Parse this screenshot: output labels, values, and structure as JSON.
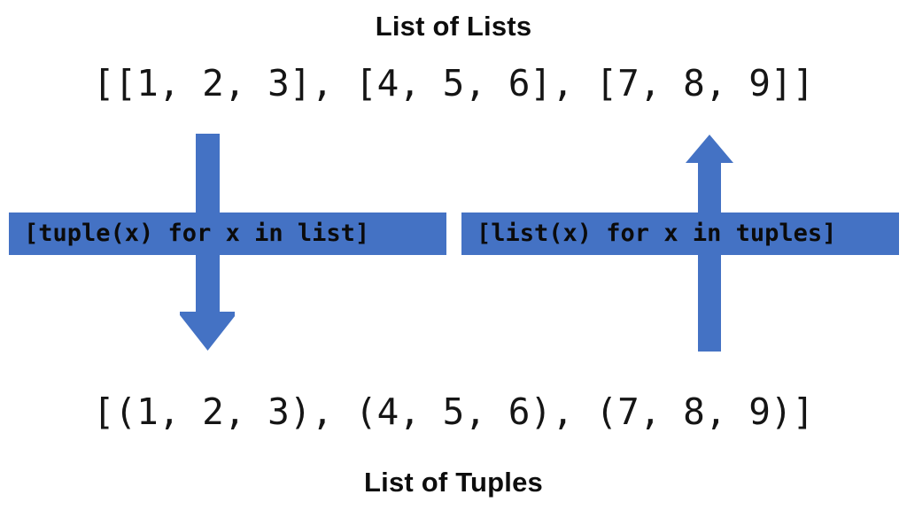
{
  "diagram": {
    "title_top": "List of Lists",
    "title_bottom": "List of Tuples",
    "code_top": "[[1, 2, 3], [4, 5, 6], [7, 8, 9]]",
    "code_bottom": "[(1, 2, 3), (4, 5, 6), (7, 8, 9)]",
    "transforms": [
      {
        "label": "[tuple(x) for x in list]",
        "direction": "down",
        "arrow_icon": "arrow-down-icon"
      },
      {
        "label": "[list(x) for x in tuples]",
        "direction": "up",
        "arrow_icon": "arrow-up-icon"
      }
    ],
    "colors": {
      "accent_blue": "#4472C4",
      "text_black": "#0d0d0d",
      "background": "#ffffff"
    }
  }
}
